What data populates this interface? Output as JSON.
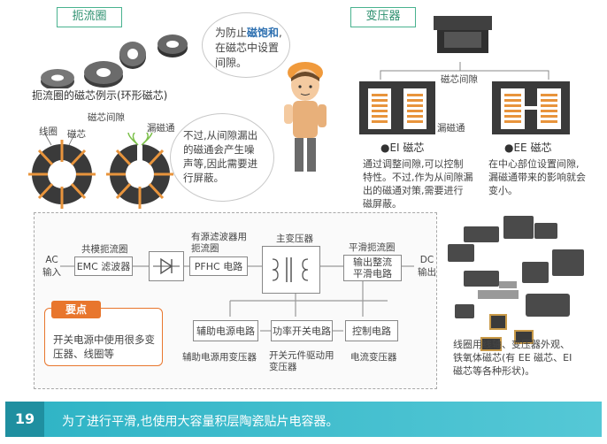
{
  "top_left": {
    "tag": "扼流圈",
    "caption": "扼流圈的磁芯例示(环形磁芯)",
    "label_wire": "线圈",
    "label_core": "磁芯",
    "label_gap": "磁芯间隙",
    "label_leak": "漏磁通",
    "bubble_leak": [
      "不过,从间隙漏出",
      "的磁通会产生噪",
      "声等,因此需要进",
      "行屏蔽。"
    ]
  },
  "center_bubble": [
    "为防止",
    "磁饱和",
    ",",
    "在磁芯中设置",
    "间隙。"
  ],
  "top_right": {
    "tag": "变压器",
    "label_gap": "磁芯间隙",
    "label_leak": "漏磁通",
    "ei_title": "●EI 磁芯",
    "ee_title": "●EE 磁芯",
    "ei_text": [
      "通过调整间隙,可以控制",
      "特性。不过,作为从间隙漏",
      "出的磁通对策,需要进行",
      "磁屏蔽。"
    ],
    "ee_text": [
      "在中心部位设置间隙,",
      "漏磁通带来的影响就会",
      "变小。"
    ]
  },
  "diagram": {
    "ac_input": [
      "AC",
      "输入"
    ],
    "dc_output": [
      "DC",
      "输出"
    ],
    "common_choke": "共模扼流圈",
    "emc_filter": "EMC 滤波器",
    "active_filter_choke": [
      "有源滤波器用",
      "扼流圈"
    ],
    "pfhc": "PFHC 电路",
    "main_transformer": "主变压器",
    "smoothing_choke": "平滑扼流圈",
    "rect_smooth": [
      "输出整流",
      "平滑电路"
    ],
    "aux_power": "辅助电源电路",
    "power_switch": "功率开关电路",
    "control": "控制电路",
    "aux_transformer": "辅助电源用变压器",
    "switch_driver": [
      "开关元件驱动用",
      "变压器"
    ],
    "current_transformer": "电流变压器"
  },
  "keypoint": {
    "title": "要点",
    "text": [
      "开关电源中使用很多变",
      "压器、线圈等"
    ]
  },
  "photo_caption": [
    "线圈用线轴、变压器外观、",
    "铁氧体磁芯(有 EE 磁芯、EI",
    "磁芯等各种形状)。"
  ],
  "footer": {
    "page_number": "19",
    "text": "为了进行平滑,也使用大容量积层陶瓷贴片电容器。"
  },
  "colors": {
    "accent": "#3bb6c6",
    "tag_border": "#49b28f",
    "keypoint": "#e8762d",
    "coil_orange": "#e8943c",
    "core_dark": "#3a3a3a"
  }
}
